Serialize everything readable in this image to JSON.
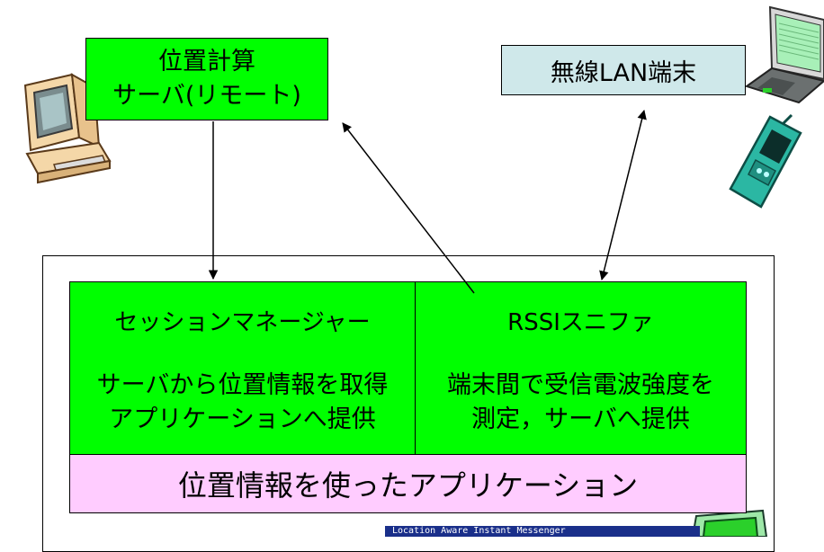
{
  "server": {
    "line1": "位置計算",
    "line2": "サーバ(リモート)"
  },
  "terminal": {
    "label": "無線LAN端末"
  },
  "session_manager": {
    "title": "セッションマネージャー",
    "desc_line1": "サーバから位置情報を取得",
    "desc_line2": "アプリケーションへ提供"
  },
  "rssi_sniffer": {
    "title": "RSSIスニファ",
    "desc_line1": "端末間で受信電波強度を",
    "desc_line2": "測定，サーバへ提供"
  },
  "application": {
    "label": "位置情報を使ったアプリケーション"
  },
  "messenger_window": {
    "title": "Location Aware Instant Messenger"
  },
  "icons": [
    "desktop-computer-icon",
    "laptop-icon",
    "mobile-phone-icon",
    "pda-icon"
  ],
  "colors": {
    "green": "#00ff00",
    "terminal": "#cfe8ea",
    "application": "#ffccff"
  }
}
